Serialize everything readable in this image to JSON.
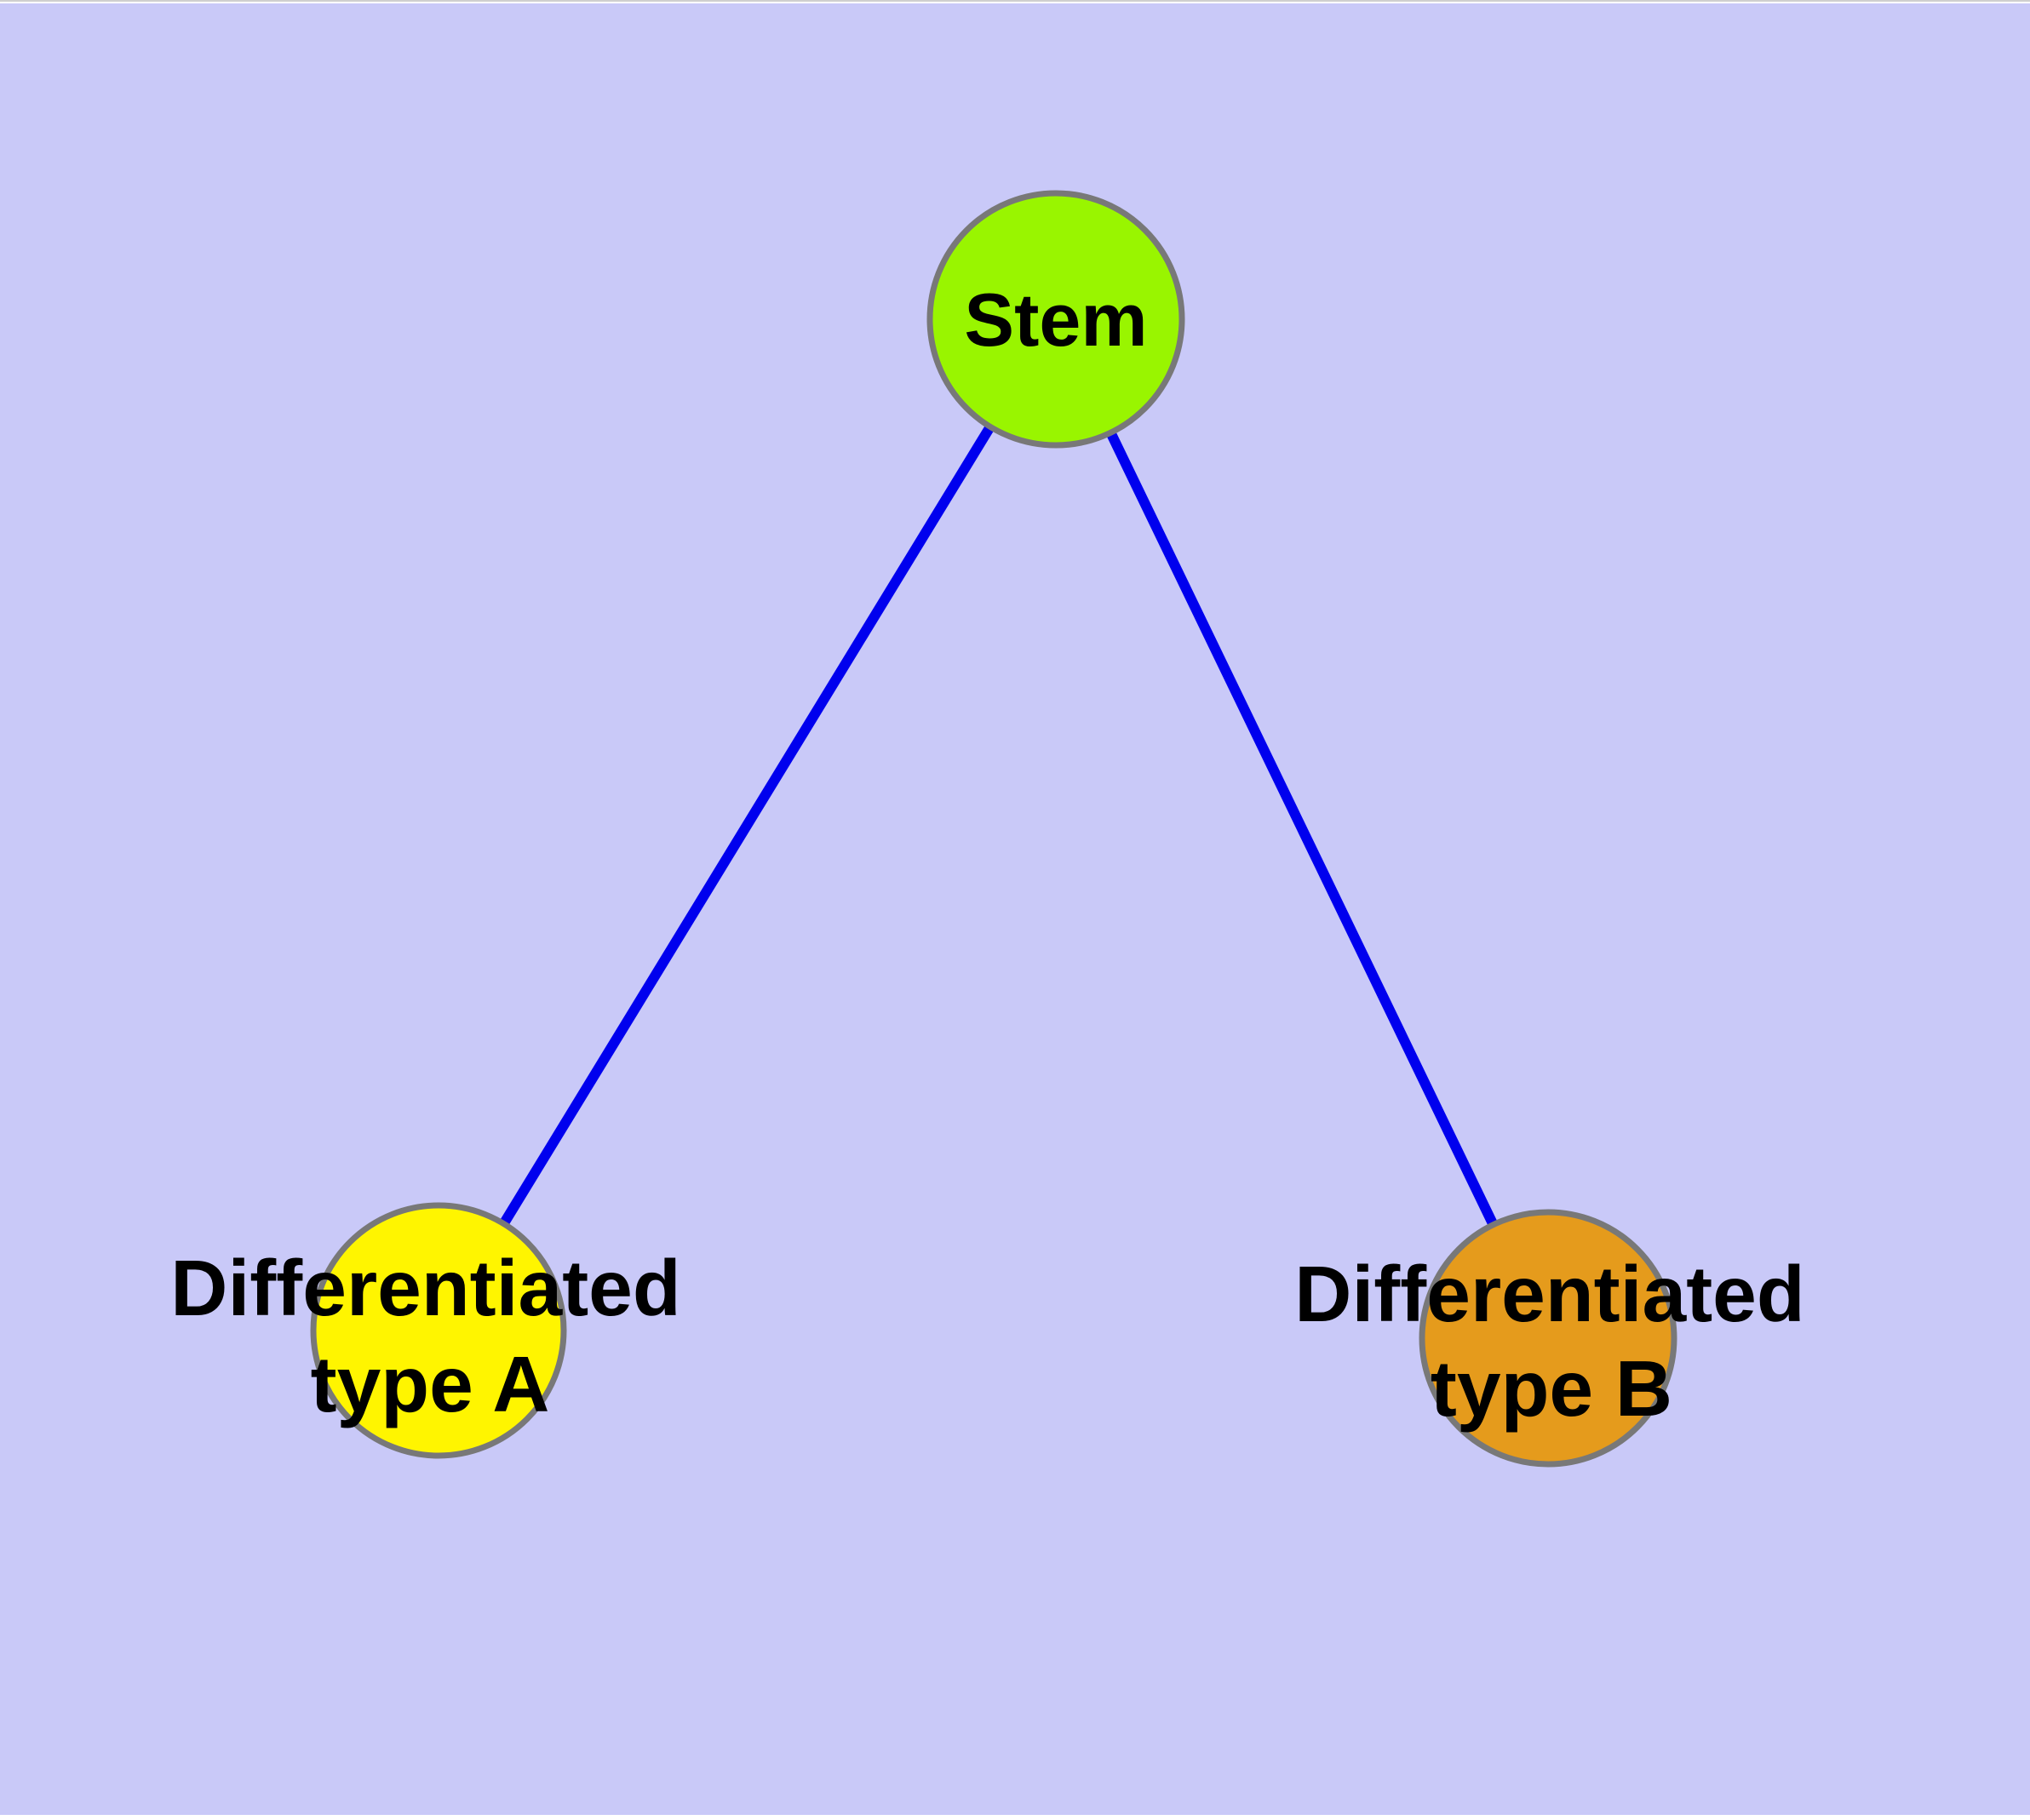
{
  "diagram": {
    "colors": {
      "background": "#c9c9f8",
      "top_hairline": "#cfcfcf",
      "page_margin": "#ffffff",
      "edge": "#0000ee",
      "node_border": "#787878",
      "text": "#000000",
      "stem_fill": "#99f500",
      "type_a_fill": "#fff500",
      "type_b_fill": "#e59b1c"
    },
    "nodes": {
      "stem": {
        "label": "Stem"
      },
      "type_a": {
        "label_line1": "Differentiated",
        "label_line2": "type A"
      },
      "type_b": {
        "label_line1": "Differentiated",
        "label_line2": "type B"
      }
    },
    "edges": [
      {
        "from": "Stem",
        "to": "Differentiated type A"
      },
      {
        "from": "Stem",
        "to": "Differentiated type B"
      }
    ]
  }
}
